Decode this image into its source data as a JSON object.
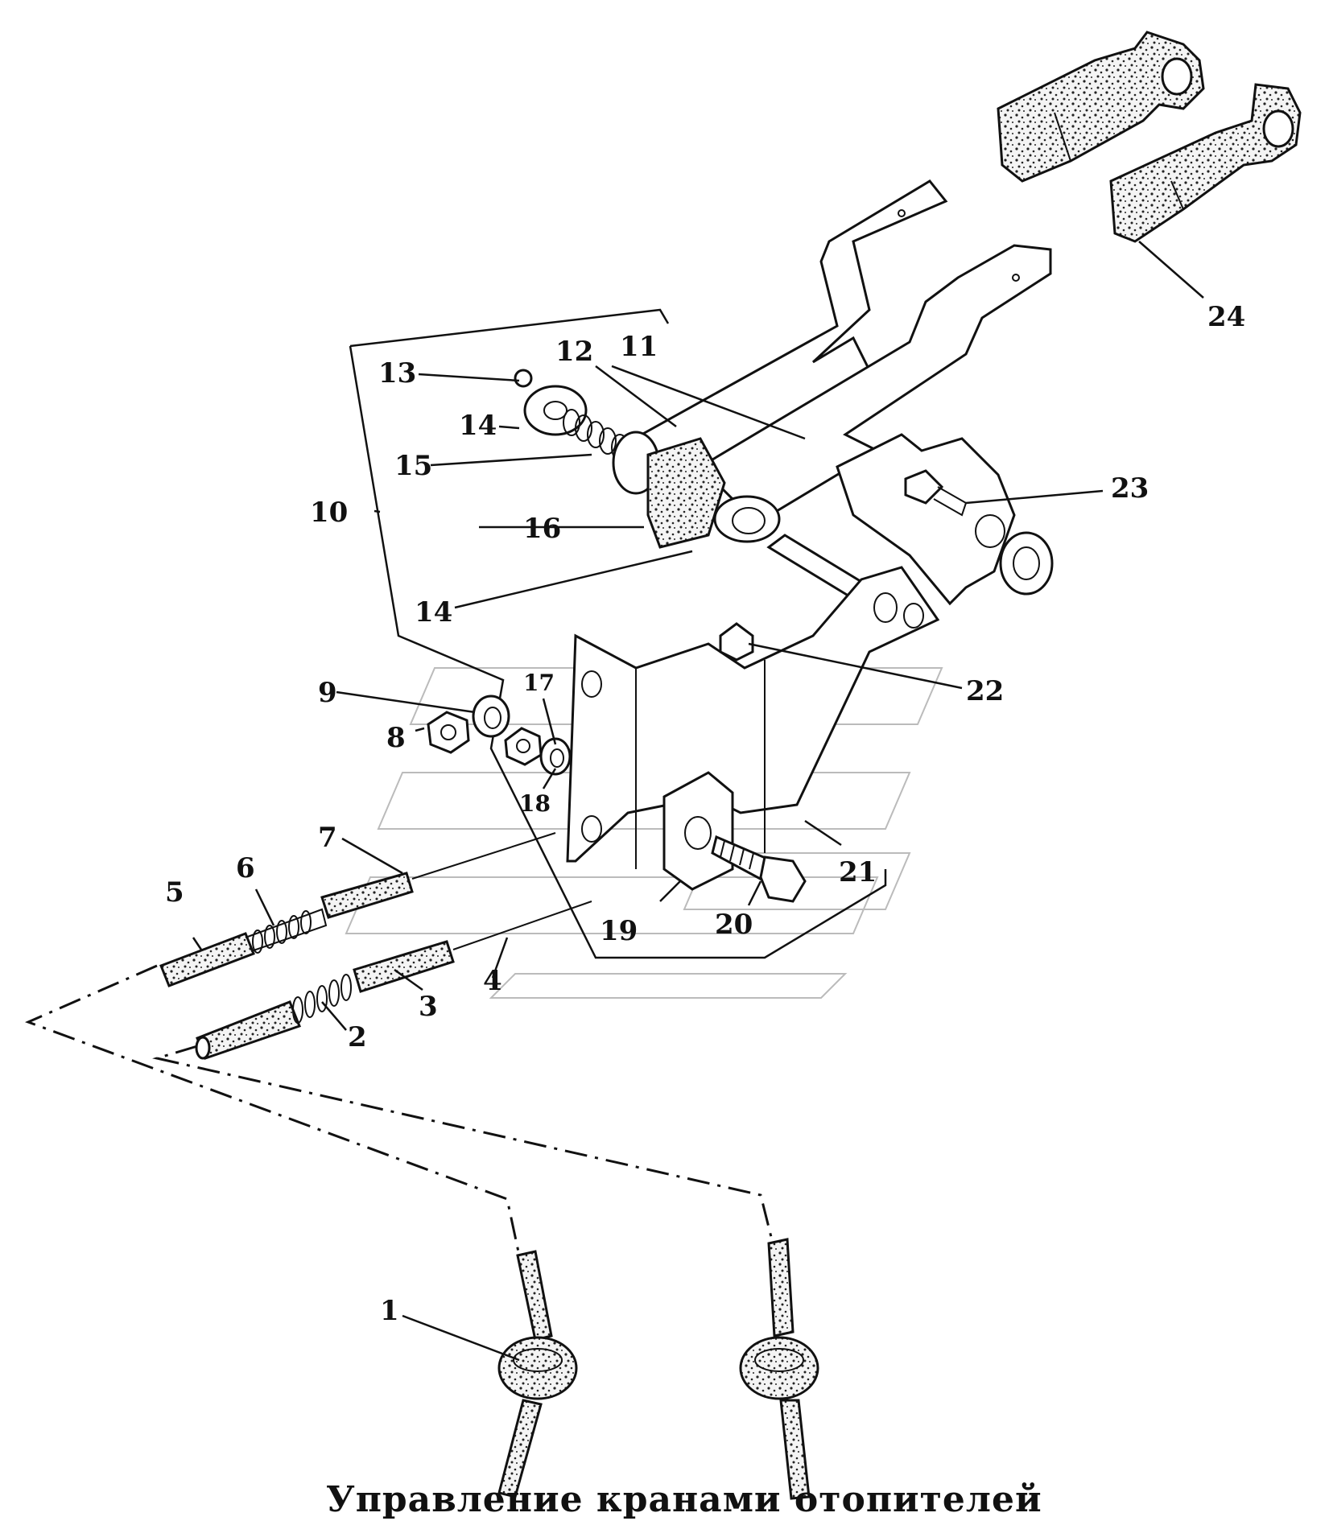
{
  "title": "Управление кранами отопителей",
  "callouts": {
    "c1": "1",
    "c2": "2",
    "c3": "3",
    "c4": "4",
    "c5": "5",
    "c6": "6",
    "c7": "7",
    "c8": "8",
    "c9": "9",
    "c10": "10",
    "c11": "11",
    "c12": "12",
    "c13": "13",
    "c14a": "14",
    "c14b": "14",
    "c15": "15",
    "c16": "16",
    "c17": "17",
    "c18": "18",
    "c19": "19",
    "c20": "20",
    "c21": "21",
    "c22": "22",
    "c23": "23",
    "c24": "24"
  }
}
